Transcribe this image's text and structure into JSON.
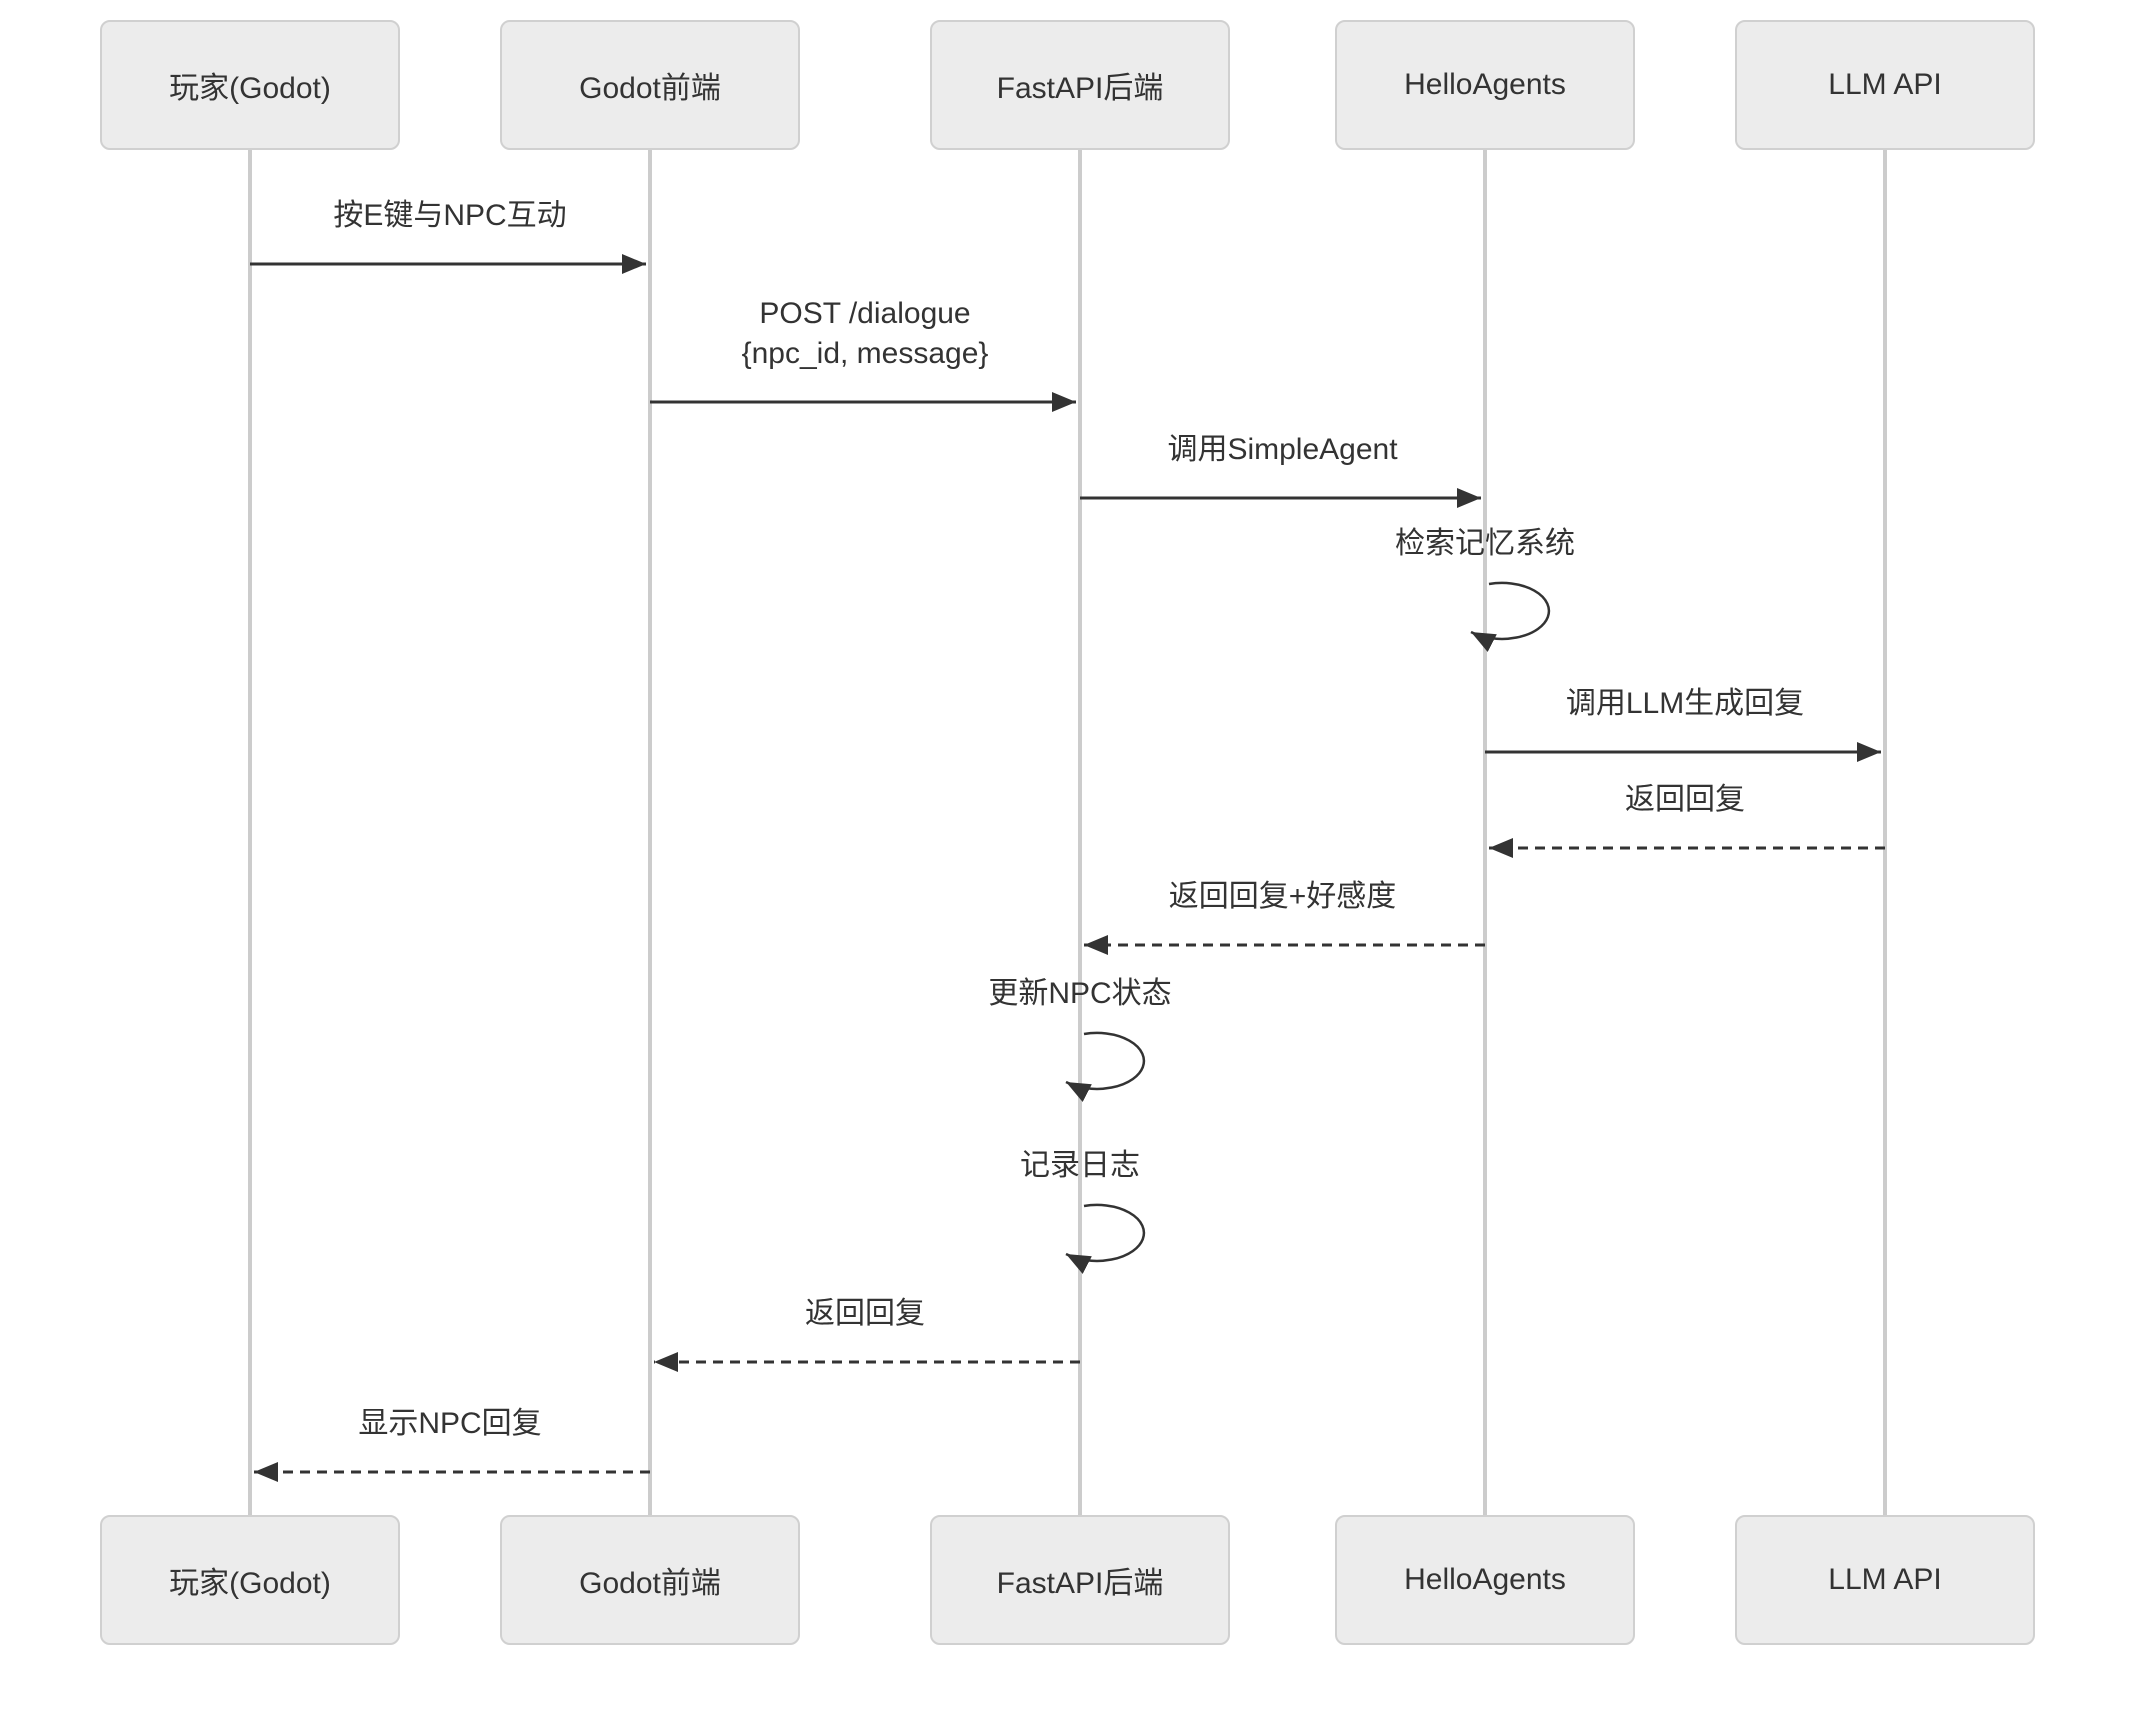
{
  "diagram": {
    "type": "sequence-diagram",
    "background": "#ffffff",
    "actors": [
      {
        "id": "player",
        "label": "玩家(Godot)"
      },
      {
        "id": "godot-frontend",
        "label": "Godot前端"
      },
      {
        "id": "fastapi-backend",
        "label": "FastAPI后端"
      },
      {
        "id": "helloagents",
        "label": "HelloAgents"
      },
      {
        "id": "llm-api",
        "label": "LLM API"
      }
    ],
    "messages": [
      {
        "from": "player",
        "to": "godot-frontend",
        "style": "solid",
        "text_lines": [
          "按E键与NPC互动"
        ]
      },
      {
        "from": "godot-frontend",
        "to": "fastapi-backend",
        "style": "solid",
        "text_lines": [
          "POST /dialogue",
          "{npc_id, message}"
        ]
      },
      {
        "from": "fastapi-backend",
        "to": "helloagents",
        "style": "solid",
        "text_lines": [
          "调用SimpleAgent"
        ]
      },
      {
        "from": "helloagents",
        "to": "helloagents",
        "style": "self",
        "text_lines": [
          "检索记忆系统"
        ]
      },
      {
        "from": "helloagents",
        "to": "llm-api",
        "style": "solid",
        "text_lines": [
          "调用LLM生成回复"
        ]
      },
      {
        "from": "llm-api",
        "to": "helloagents",
        "style": "dashed",
        "text_lines": [
          "返回回复"
        ]
      },
      {
        "from": "helloagents",
        "to": "fastapi-backend",
        "style": "dashed",
        "text_lines": [
          "返回回复+好感度"
        ]
      },
      {
        "from": "fastapi-backend",
        "to": "fastapi-backend",
        "style": "self",
        "text_lines": [
          "更新NPC状态"
        ]
      },
      {
        "from": "fastapi-backend",
        "to": "fastapi-backend",
        "style": "self",
        "text_lines": [
          "记录日志"
        ]
      },
      {
        "from": "fastapi-backend",
        "to": "godot-frontend",
        "style": "dashed",
        "text_lines": [
          "返回回复"
        ]
      },
      {
        "from": "godot-frontend",
        "to": "player",
        "style": "dashed",
        "text_lines": [
          "显示NPC回复"
        ]
      }
    ],
    "colors": {
      "actor_fill": "#ececec",
      "actor_border": "#d0d0d0",
      "lifeline": "#cccccc",
      "arrow": "#333333",
      "text": "#333333"
    }
  }
}
